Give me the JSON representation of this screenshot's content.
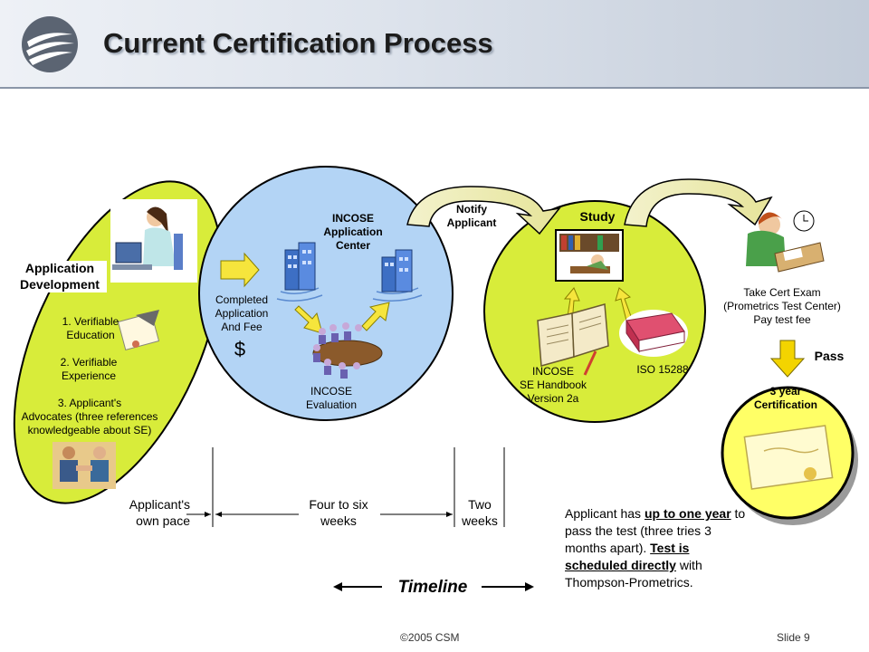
{
  "header": {
    "title": "Current Certification Process"
  },
  "application": {
    "title_line1": "Application",
    "title_line2": "Development",
    "item1_line1": "1. Verifiable",
    "item1_line2": "Education",
    "item2_line1": "2. Verifiable",
    "item2_line2": "Experience",
    "item3_line1": "3. Applicant's",
    "item3_line2": "Advocates (three references",
    "item3_line3": "knowledgeable about SE)"
  },
  "incose": {
    "title_line1": "INCOSE",
    "title_line2": "Application",
    "title_line3": "Center",
    "completed_line1": "Completed",
    "completed_line2": "Application",
    "completed_line3": "And Fee",
    "dollar": "$",
    "evaluation_line1": "INCOSE",
    "evaluation_line2": "Evaluation"
  },
  "notify": {
    "line1": "Notify",
    "line2": "Applicant"
  },
  "study": {
    "title": "Study",
    "handbook_line1": "INCOSE",
    "handbook_line2": "SE Handbook",
    "handbook_line3": "Version 2a",
    "iso": "ISO 15288"
  },
  "exam": {
    "line1": "Take Cert Exam",
    "line2": "(Prometrics Test Center)",
    "line3": "Pay test fee",
    "pass": "Pass"
  },
  "certification": {
    "line1": "3 year",
    "line2": "Certification"
  },
  "timeline": {
    "seg1_line1": "Applicant's",
    "seg1_line2": "own pace",
    "seg2_line1": "Four to six",
    "seg2_line2": "weeks",
    "seg3_line1": "Two",
    "seg3_line2": "weeks",
    "label": "Timeline"
  },
  "note": {
    "p1": "Applicant has ",
    "u1": "up to one year",
    "p2": " to pass the test (three tries 3 months apart). ",
    "u2": "Test is scheduled directly",
    "p3": " with Thompson-Prometrics."
  },
  "footer": {
    "copyright": "©2005 CSM",
    "slide": "Slide 9"
  },
  "colors": {
    "lime": "#d8ec3a",
    "blue": "#b3d4f5",
    "gold": "#ffff66"
  }
}
